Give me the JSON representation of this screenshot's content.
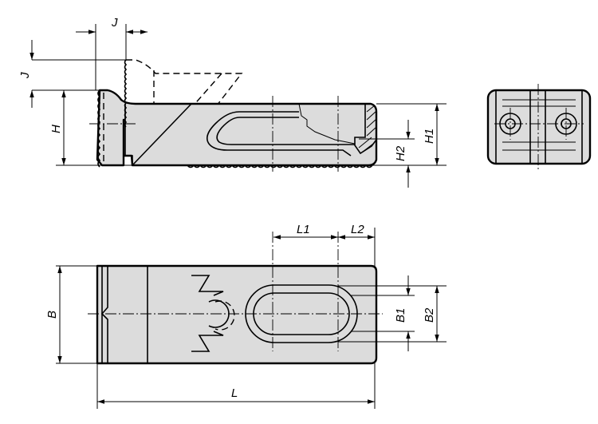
{
  "drawing": {
    "views": [
      "side-view",
      "end-view",
      "top-view"
    ],
    "dimensions": {
      "J_horizontal": "J",
      "J_vertical": "J",
      "H": "H",
      "H1": "H1",
      "H2": "H2",
      "L1": "L1",
      "L2": "L2",
      "B": "B",
      "B1": "B1",
      "B2": "B2",
      "L": "L"
    }
  }
}
